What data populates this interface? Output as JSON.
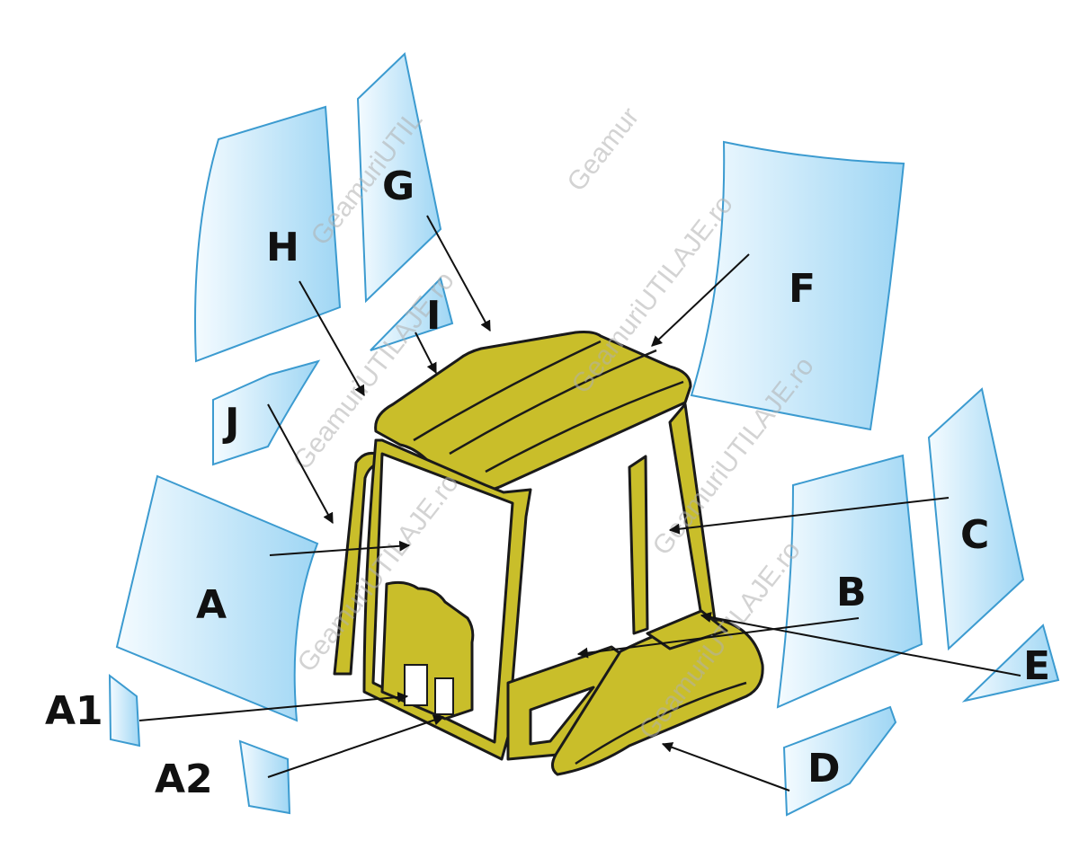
{
  "colors": {
    "glass_light": "#f4fbff",
    "glass_dark": "#9fd6f4",
    "glass_stroke": "#3c9bd0",
    "cab_body": "#c9be2a",
    "cab_stroke": "#1a1a1a",
    "arrow": "#111111"
  },
  "parts": [
    {
      "id": "A",
      "label": "A"
    },
    {
      "id": "A1",
      "label": "A1"
    },
    {
      "id": "A2",
      "label": "A2"
    },
    {
      "id": "B",
      "label": "B"
    },
    {
      "id": "C",
      "label": "C"
    },
    {
      "id": "D",
      "label": "D"
    },
    {
      "id": "E",
      "label": "E"
    },
    {
      "id": "F",
      "label": "F"
    },
    {
      "id": "G",
      "label": "G"
    },
    {
      "id": "H",
      "label": "H"
    },
    {
      "id": "I",
      "label": "I"
    },
    {
      "id": "J",
      "label": "J"
    }
  ],
  "watermark": {
    "text_full": "GeamuriUTILAJE.ro",
    "text_fragment_1": "GeamuriUTIL",
    "text_fragment_2": "Geamur",
    "text_fragment_3": "GeamuriUTILAJE.ro"
  }
}
